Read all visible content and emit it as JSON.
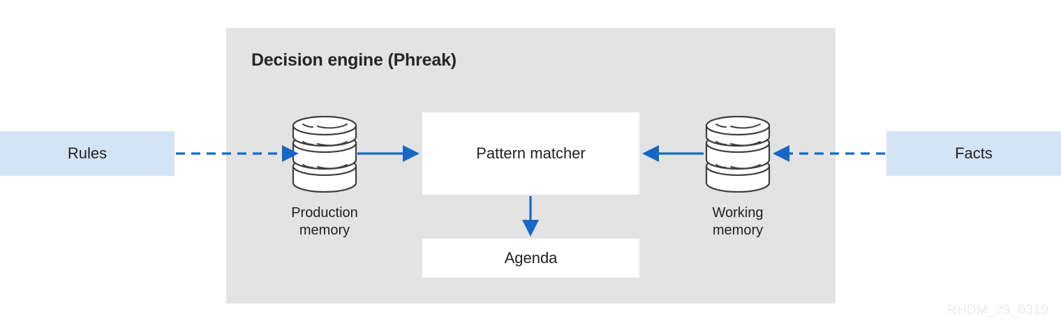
{
  "diagram": {
    "engine": {
      "title": "Decision engine (Phreak)",
      "panel_color": "#e3e3e3"
    },
    "io_boxes": [
      {
        "id": "rules",
        "label": "Rules",
        "color": "#d4e4f7"
      },
      {
        "id": "facts",
        "label": "Facts",
        "color": "#d4e4f7"
      }
    ],
    "process_boxes": [
      {
        "id": "pattern-matcher",
        "label": "Pattern matcher",
        "color": "#ffffff"
      },
      {
        "id": "agenda",
        "label": "Agenda",
        "color": "#ffffff"
      }
    ],
    "memories": [
      {
        "id": "production-memory",
        "label_line1": "Production",
        "label_line2": "memory",
        "icon": "database-cylinder-icon"
      },
      {
        "id": "working-memory",
        "label_line1": "Working",
        "label_line2": "memory",
        "icon": "database-cylinder-icon"
      }
    ],
    "connectors": [
      {
        "id": "rules-to-production-memory",
        "style": "dashed",
        "direction": "right",
        "color": "#1668c4"
      },
      {
        "id": "production-memory-to-pattern-matcher",
        "style": "solid",
        "direction": "right",
        "color": "#1668c4"
      },
      {
        "id": "pattern-matcher-to-agenda",
        "style": "solid",
        "direction": "down",
        "color": "#1668c4"
      },
      {
        "id": "working-memory-to-pattern-matcher",
        "style": "solid",
        "direction": "left",
        "color": "#1668c4"
      },
      {
        "id": "facts-to-working-memory",
        "style": "dashed",
        "direction": "left",
        "color": "#1668c4"
      }
    ],
    "watermark": "RHDM_29_0319"
  }
}
